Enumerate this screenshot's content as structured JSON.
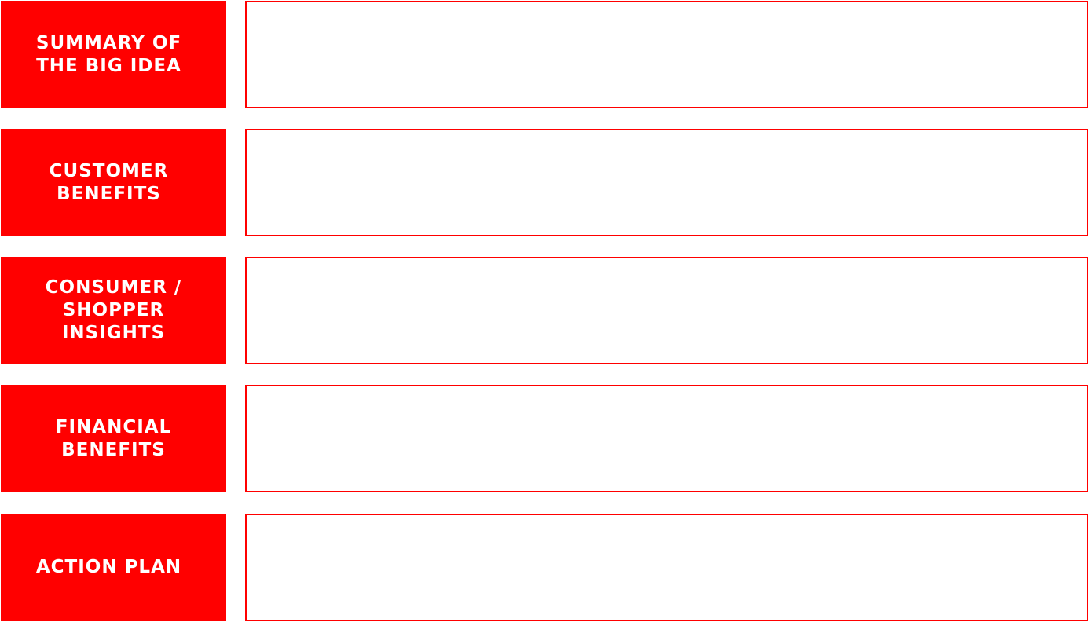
{
  "colors": {
    "accent": "#ff0000",
    "label_text": "#ffffff",
    "background": "#ffffff"
  },
  "rows": [
    {
      "label": "SUMMARY OF\nTHE BIG IDEA",
      "content": ""
    },
    {
      "label": "CUSTOMER\nBENEFITS",
      "content": ""
    },
    {
      "label": "CONSUMER /\nSHOPPER\nINSIGHTS",
      "content": ""
    },
    {
      "label": "FINANCIAL\nBENEFITS",
      "content": ""
    },
    {
      "label": "ACTION PLAN",
      "content": ""
    }
  ]
}
